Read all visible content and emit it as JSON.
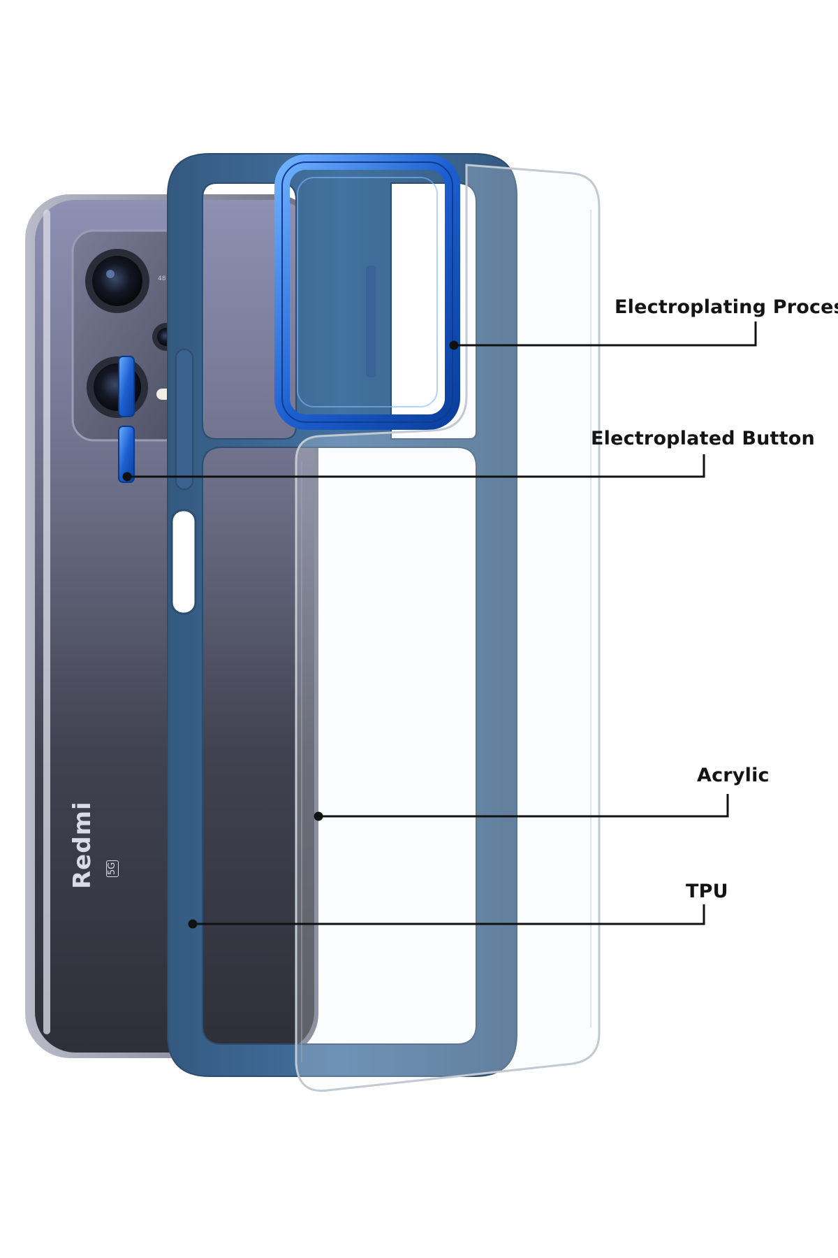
{
  "callouts": {
    "electroplating_process": "Electroplating Process",
    "electroplated_button": "Electroplated Button",
    "acrylic": "Acrylic",
    "tpu": "TPU"
  },
  "phone": {
    "brand": "Redmi",
    "badge": "5G",
    "lens_mark": "48"
  },
  "colors": {
    "case_blue": "#3f6a96",
    "electroplate_blue": "#1f6fe0",
    "phone_body": "#4a4d5c",
    "leader_line": "#111111"
  }
}
